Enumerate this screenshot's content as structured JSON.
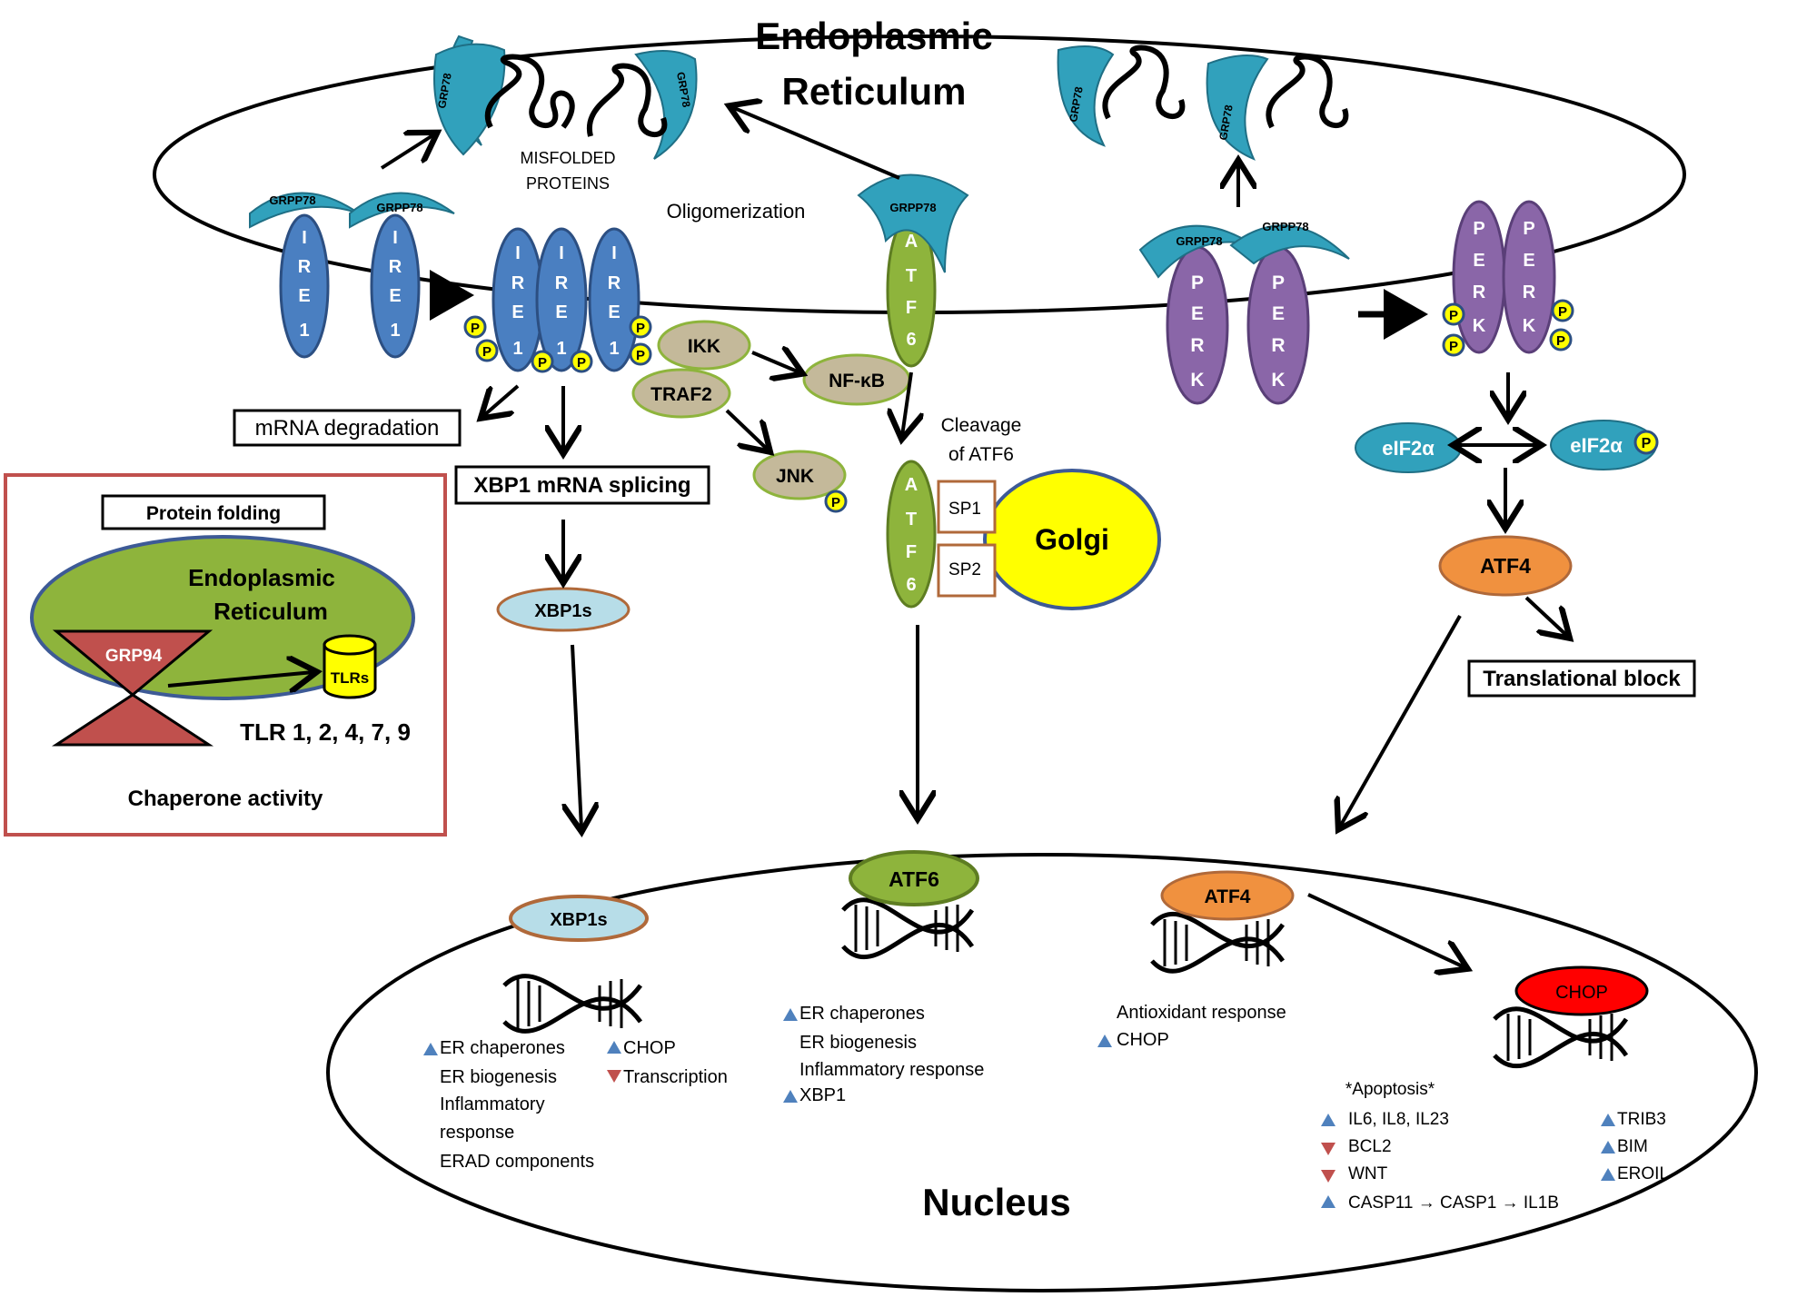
{
  "er": {
    "title_line1": "Endoplasmic",
    "title_line2": "Reticulum"
  },
  "nucleus": {
    "title": "Nucleus"
  },
  "labels": {
    "grp78": "GRPP78",
    "grp78_small": "GRP78",
    "misfolded_line1": "MISFOLDED",
    "misfolded_line2": "PROTEINS",
    "oligomerization": "Oligomerization",
    "mrna_degradation": "mRNA degradation",
    "xbp1_splicing": "XBP1 mRNA splicing",
    "ikk": "IKK",
    "traf2": "TRAF2",
    "nfkb": "NF-κB",
    "jnk": "JNK",
    "p": "P",
    "cleavage_line1": "Cleavage",
    "cleavage_line2": "of ATF6",
    "sp1": "SP1",
    "sp2": "SP2",
    "golgi": "Golgi",
    "eif2a": "eIF2α",
    "atf4": "ATF4",
    "atf6": "ATF6",
    "xbp1s": "XBP1s",
    "chop": "CHOP",
    "translational_block": "Translational block"
  },
  "receptor_letters": {
    "ire1": [
      "I",
      "R",
      "E",
      "1"
    ],
    "atf6": [
      "A",
      "T",
      "F",
      "6"
    ],
    "perk": [
      "P",
      "E",
      "R",
      "K"
    ]
  },
  "inset": {
    "protein_folding": "Protein folding",
    "er_line1": "Endoplasmic",
    "er_line2": "Reticulum",
    "grp94": "GRP94",
    "tlrs": "TLRs",
    "tlr_list": "TLR 1, 2, 4, 7, 9",
    "chaperone": "Chaperone activity"
  },
  "xbp1_effects": {
    "left": [
      "ER chaperones",
      "ER biogenesis",
      "Inflammatory",
      "response",
      "ERAD components"
    ],
    "right": [
      "CHOP",
      "Transcription"
    ]
  },
  "atf6_effects": [
    "ER chaperones",
    "ER biogenesis",
    "Inflammatory response",
    "XBP1"
  ],
  "atf4_effects": [
    "Antioxidant  response",
    "CHOP"
  ],
  "chop_effects": {
    "heading": "*Apoptosis*",
    "left": [
      "IL6, IL8, IL23",
      "BCL2",
      "WNT",
      "CASP11 → CASP1 → IL1B"
    ],
    "right": [
      "TRIB3",
      "BIM",
      "EROIL"
    ]
  },
  "colors": {
    "grp78": "#31a1bc",
    "ire1": "#4a7fc1",
    "atf6": "#8eb43c",
    "perk": "#8a66a8",
    "tan": "#c4b99a",
    "atf4": "#f0913f",
    "xbp1s": "#b7dde8",
    "chop": "#ff0000",
    "golgi": "#ffff00",
    "er_inset": "#8eb43c",
    "grp94": "#c0504d",
    "up": "#4f81bd",
    "down": "#c0504d"
  }
}
